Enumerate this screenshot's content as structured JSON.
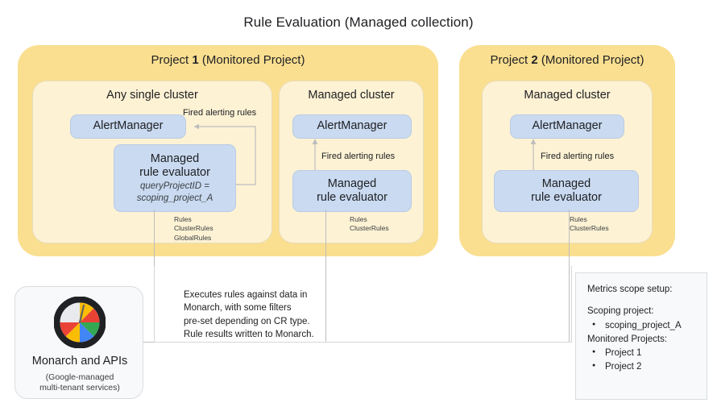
{
  "title": "Rule Evaluation (Managed collection)",
  "colors": {
    "project_fill": "#FADF90",
    "cluster_fill": "#FDF2D4",
    "component_fill": "#C9DAF1",
    "panel_fill": "#F8F9FA",
    "connector": "#BDBDBD"
  },
  "projects": [
    {
      "title_prefix": "Project ",
      "title_number": "1",
      "title_suffix": " (Monitored Project)",
      "clusters": [
        {
          "name": "Any single cluster",
          "alertmanager": "AlertManager",
          "evaluator_line1": "Managed",
          "evaluator_line2": "rule evaluator",
          "evaluator_sub1": "queryProjectID =",
          "evaluator_sub2": "scoping_project_A",
          "edge_label": "Fired alerting rules",
          "rules_note": "Rules\nClusterRules\nGlobalRules"
        },
        {
          "name": "Managed cluster",
          "alertmanager": "AlertManager",
          "evaluator_line1": "Managed",
          "evaluator_line2": "rule evaluator",
          "edge_label": "Fired alerting rules",
          "rules_note": "Rules\nClusterRules"
        }
      ]
    },
    {
      "title_prefix": "Project ",
      "title_number": "2",
      "title_suffix": " (Monitored Project)",
      "clusters": [
        {
          "name": "Managed cluster",
          "alertmanager": "AlertManager",
          "evaluator_line1": "Managed",
          "evaluator_line2": "rule evaluator",
          "edge_label": "Fired alerting rules",
          "rules_note": "Rules\nClusterRules"
        }
      ]
    }
  ],
  "monarch": {
    "icon": "monarch-gauge-icon",
    "title": "Monarch and APIs",
    "subtitle": "(Google-managed\nmulti-tenant services)"
  },
  "caption": {
    "text": "Executes rules against data in\nMonarch, with some filters\npre-set depending on CR type.\nRule results written to Monarch."
  },
  "scope_panel": {
    "heading": "Metrics scope setup:",
    "scoping_label": "Scoping project:",
    "scoping_items": [
      "scoping_project_A"
    ],
    "monitored_label": "Monitored Projects:",
    "monitored_items": [
      "Project 1",
      "Project 2"
    ]
  }
}
